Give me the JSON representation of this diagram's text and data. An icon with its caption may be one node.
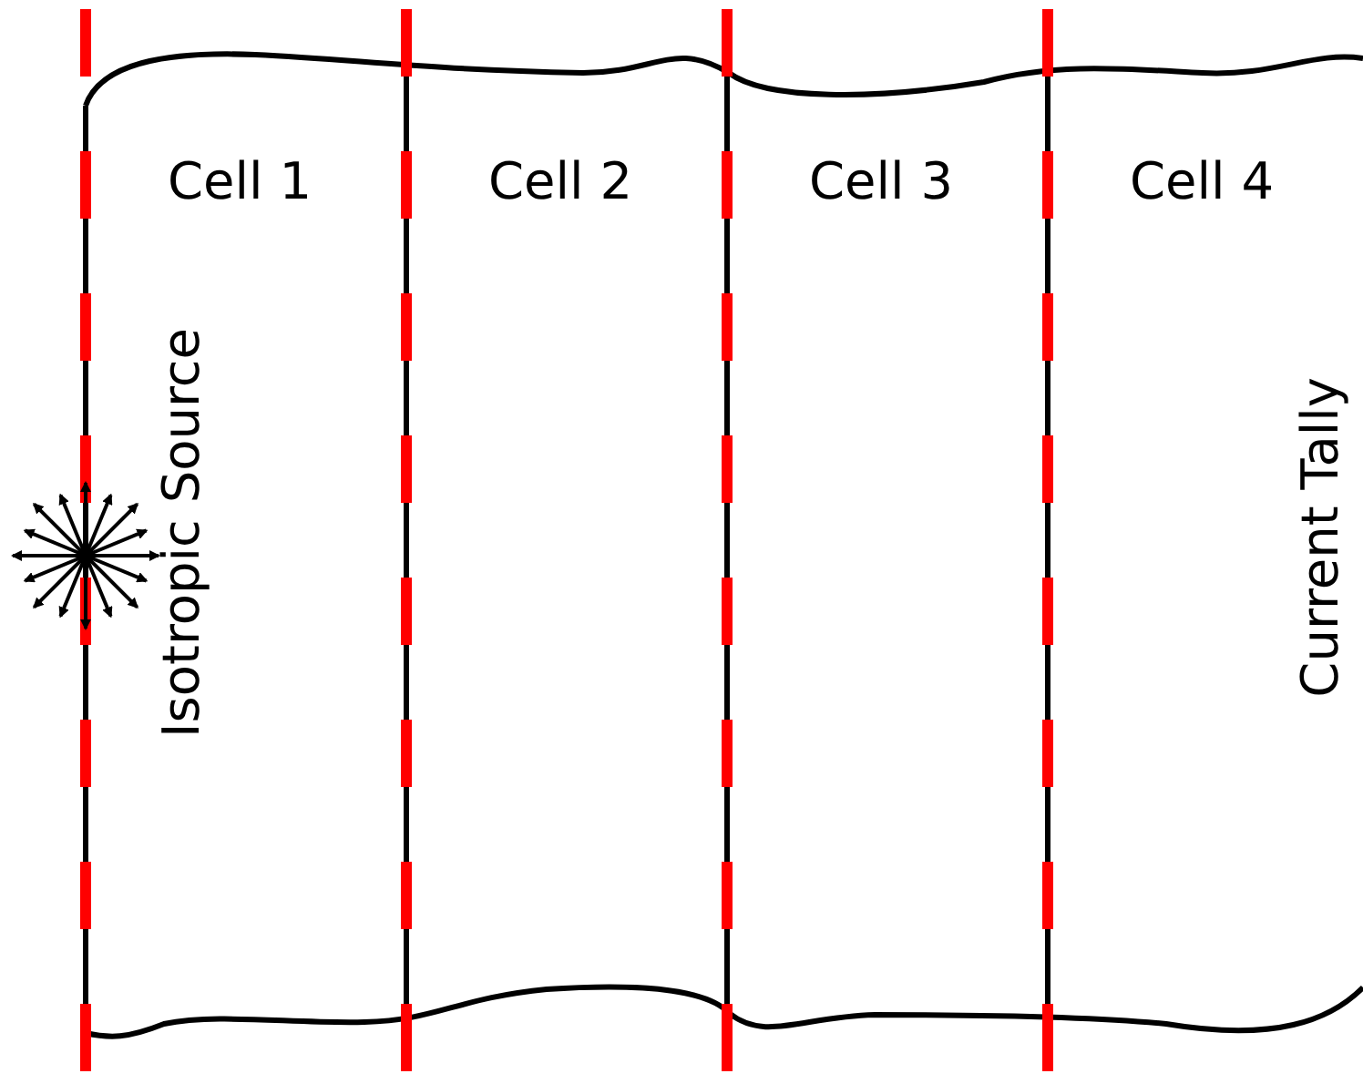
{
  "diagram": {
    "labels": [
      "Cell 1",
      "Cell 2",
      "Cell 3",
      "Cell 4",
      "Isotropic Source",
      "Current Tally"
    ]
  }
}
